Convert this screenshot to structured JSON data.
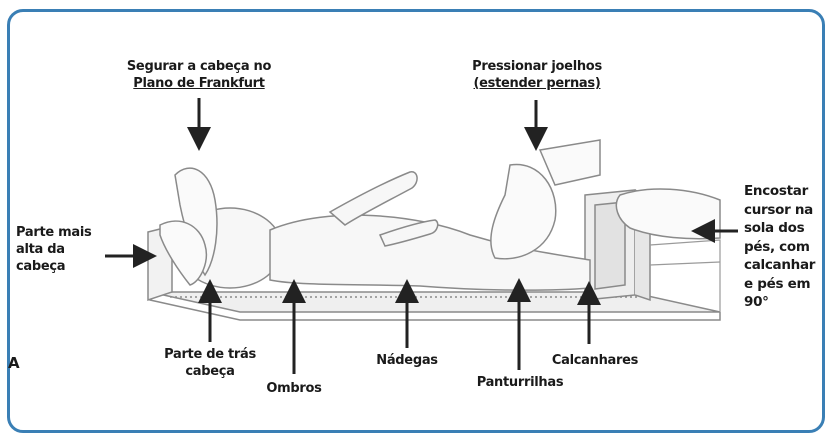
{
  "panel_letter": "A",
  "labels": {
    "hold_head": {
      "line1": "Segurar a cabeça no",
      "line2": "Plano de Frankfurt"
    },
    "press_knees": {
      "line1": "Pressionar joelhos",
      "line2": "(estender pernas)"
    },
    "top_of_head": {
      "line1": "Parte mais",
      "line2": "alta da",
      "line3": "cabeça"
    },
    "back_of_head": {
      "line1": "Parte de trás",
      "line2": "cabeça"
    },
    "shoulders": "Ombros",
    "buttocks": "Nádegas",
    "calves": "Panturrilhas",
    "heels": "Calcanhares",
    "cursor": {
      "line1": "Encostar",
      "line2": "cursor na",
      "line3": "sola dos",
      "line4": "pés, com",
      "line5": "calcanhar",
      "line6": "e pés em",
      "line7": "90°"
    }
  },
  "colors": {
    "frame": "#3a7fb5",
    "arrow": "#222222",
    "outline": "#8a8a8a",
    "fill": "#f4f4f4"
  }
}
